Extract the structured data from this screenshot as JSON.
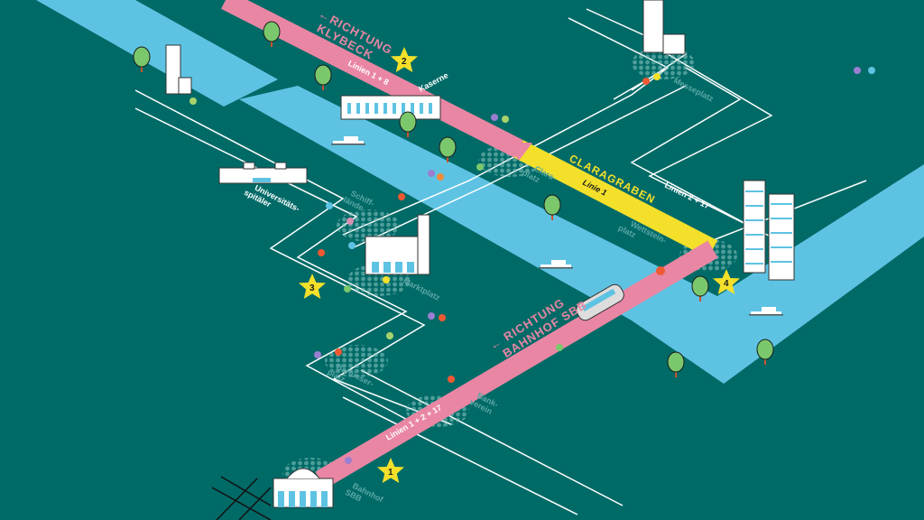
{
  "colors": {
    "background": "#006a67",
    "river": "#5ec3e3",
    "tram_pink": "#e986a3",
    "tram_yellow": "#f4e02a",
    "star": "#f4e02a"
  },
  "directions": {
    "klybeck": [
      "←RICHTUNG",
      "KLYBECK"
    ],
    "bahnhof": [
      "← RICHTUNG",
      "BAHNHOF SBB"
    ]
  },
  "lines": {
    "upper": "Linien 1 + 8",
    "claragraben_line": "Linie 1",
    "lower": "Linien 1 + 2 + 17",
    "messe": "Linien 2 + 17"
  },
  "street": "CLARAGRABEN",
  "places": {
    "kaserne": "Kaserne",
    "universitaetsspitaeler": [
      "Universitäts-",
      "spitäler"
    ]
  },
  "stops": {
    "messeplatz": [
      "Messeplatz"
    ],
    "claraplatz": [
      "Clara-",
      "platz"
    ],
    "wettsteinplatz": [
      "Wettstein-",
      "platz"
    ],
    "schifflaende": [
      "Schiff-",
      "lände"
    ],
    "marktplatz": [
      "Marktplatz"
    ],
    "barfuesserplatz": [
      "Barfüsser-",
      "platz"
    ],
    "bankverein": [
      "Bank-",
      "verein"
    ],
    "bahnhof_sbb": [
      "Bahnhof",
      "SBB"
    ]
  },
  "stars": [
    "1",
    "2",
    "3",
    "4"
  ]
}
